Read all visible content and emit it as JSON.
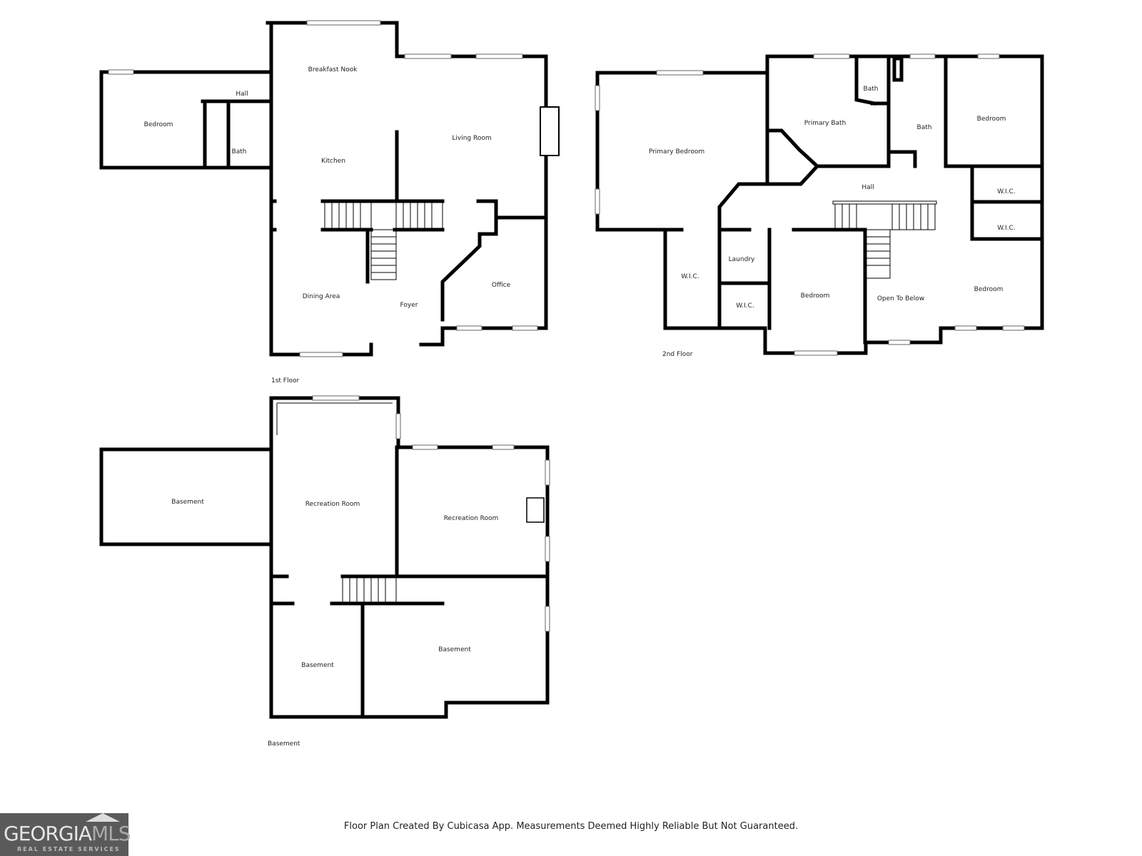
{
  "floors": {
    "first": {
      "label": "1st Floor",
      "rooms": {
        "bedroom": "Bedroom",
        "hall": "Hall",
        "bath": "Bath",
        "breakfast_nook": "Breakfast Nook",
        "kitchen": "Kitchen",
        "living_room": "Living Room",
        "dining_area": "Dining Area",
        "foyer": "Foyer",
        "office": "Office"
      }
    },
    "second": {
      "label": "2nd Floor",
      "rooms": {
        "primary_bedroom": "Primary Bedroom",
        "primary_bath": "Primary Bath",
        "bath_small": "Bath",
        "bath": "Bath",
        "bedroom_ne": "Bedroom",
        "hall": "Hall",
        "wic_1": "W.I.C.",
        "wic_2": "W.I.C.",
        "wic_3": "W.I.C.",
        "wic_4": "W.I.C.",
        "laundry": "Laundry",
        "bedroom_s": "Bedroom",
        "open_to_below": "Open To Below",
        "bedroom_se": "Bedroom"
      }
    },
    "basement": {
      "label": "Basement",
      "rooms": {
        "basement_w": "Basement",
        "recreation_room_1": "Recreation Room",
        "recreation_room_2": "Recreation Room",
        "basement_sw": "Basement",
        "basement_s": "Basement"
      }
    }
  },
  "footer": "Floor Plan Created By Cubicasa App. Measurements Deemed Highly Reliable But Not Guaranteed.",
  "logo": {
    "main": "GEORGIA",
    "accent": "MLS",
    "sub": "REAL ESTATE SERVICES"
  }
}
